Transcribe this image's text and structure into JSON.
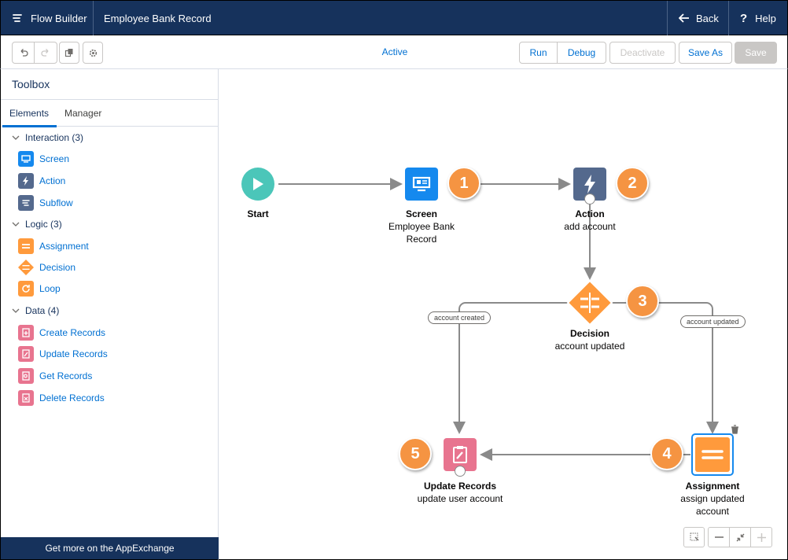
{
  "topbar": {
    "app_name": "Flow Builder",
    "flow_name": "Employee Bank Record",
    "back_label": "Back",
    "help_label": "Help"
  },
  "toolbar": {
    "status": "Active",
    "run": "Run",
    "debug": "Debug",
    "deactivate": "Deactivate",
    "save_as": "Save As",
    "save": "Save"
  },
  "toolbox": {
    "title": "Toolbox",
    "tabs": [
      "Elements",
      "Manager"
    ],
    "groups": [
      {
        "label": "Interaction (3)",
        "items": [
          "Screen",
          "Action",
          "Subflow"
        ]
      },
      {
        "label": "Logic (3)",
        "items": [
          "Assignment",
          "Decision",
          "Loop"
        ]
      },
      {
        "label": "Data (4)",
        "items": [
          "Create Records",
          "Update Records",
          "Get Records",
          "Delete Records"
        ]
      }
    ],
    "appexchange": "Get more on the AppExchange"
  },
  "canvas": {
    "start": {
      "title": "Start"
    },
    "screen": {
      "title": "Screen",
      "line1": "Employee Bank",
      "line2": "Record",
      "badge": "1"
    },
    "action": {
      "title": "Action",
      "subtitle": "add account",
      "badge": "2"
    },
    "decision": {
      "title": "Decision",
      "subtitle": "account updated",
      "badge": "3",
      "left_outcome": "account created",
      "right_outcome": "account updated"
    },
    "assignment": {
      "title": "Assignment",
      "line1": "assign updated",
      "line2": "account",
      "badge": "4"
    },
    "update": {
      "title": "Update Records",
      "subtitle": "update user account",
      "badge": "5"
    }
  },
  "colors": {
    "header": "#16325c",
    "link": "#0070d2",
    "start": "#4bc6b9",
    "screen": "#1589ee",
    "action": "#54698d",
    "logic": "#ff9a3c",
    "data": "#e8748f",
    "badge": "#f59442"
  }
}
